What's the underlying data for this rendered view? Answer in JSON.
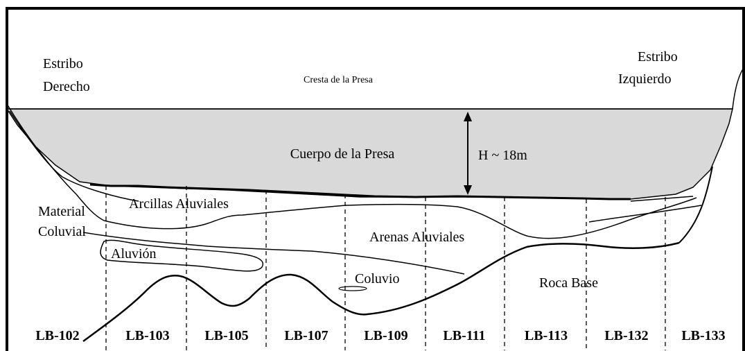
{
  "diagram": {
    "left_abutment": [
      "Estribo",
      "Derecho"
    ],
    "right_abutment": [
      "Estribo",
      "Izquierdo"
    ],
    "crest_label": "Cresta de la Presa",
    "dam_body_label": "Cuerpo de la Presa",
    "height_label": "H ~ 18m",
    "layers": {
      "colluvial_material": [
        "Material",
        "Coluvial"
      ],
      "alluvial_clays": "Arcillas Aluviales",
      "alluvial_sands": "Arenas Aluviales",
      "alluvium": "Aluvión",
      "colluvium": "Coluvio",
      "bedrock": "Roca Base"
    },
    "boreholes": [
      "LB-102",
      "LB-103",
      "LB-105",
      "LB-107",
      "LB-109",
      "LB-111",
      "LB-113",
      "LB-132",
      "LB-133"
    ],
    "colors": {
      "dam_fill": "#d9d9d9",
      "line": "#000000",
      "background": "#ffffff"
    }
  }
}
